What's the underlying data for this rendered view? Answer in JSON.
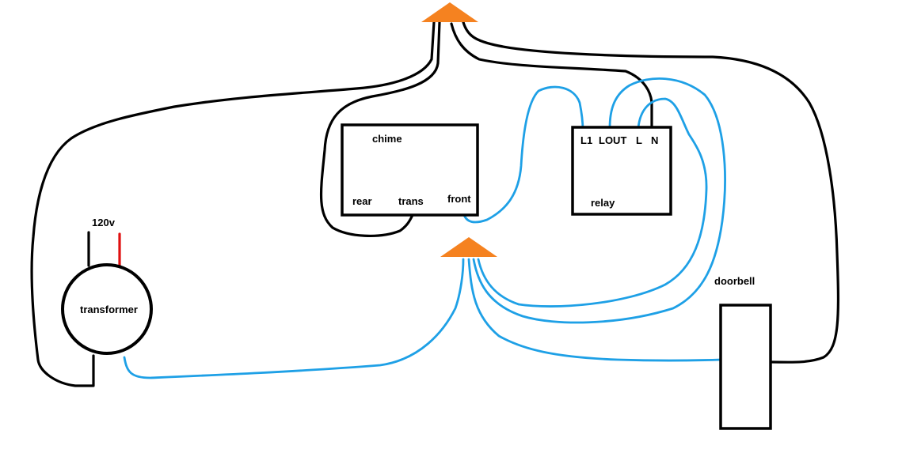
{
  "colors": {
    "black_wire": "#000000",
    "blue_wire": "#1ea0e6",
    "red_wire": "#e01010",
    "junction": "#f58220"
  },
  "labels": {
    "chime": "chime",
    "rear": "rear",
    "trans": "trans",
    "front": "front",
    "relay": "relay",
    "l1": "L1",
    "lout": "LOUT",
    "l": "L",
    "n": "N",
    "voltage": "120v",
    "transformer": "transformer",
    "doorbell": "doorbell"
  },
  "icons": {
    "top_junction": "wire-nut-junction-icon",
    "mid_junction": "wire-nut-junction-icon"
  }
}
